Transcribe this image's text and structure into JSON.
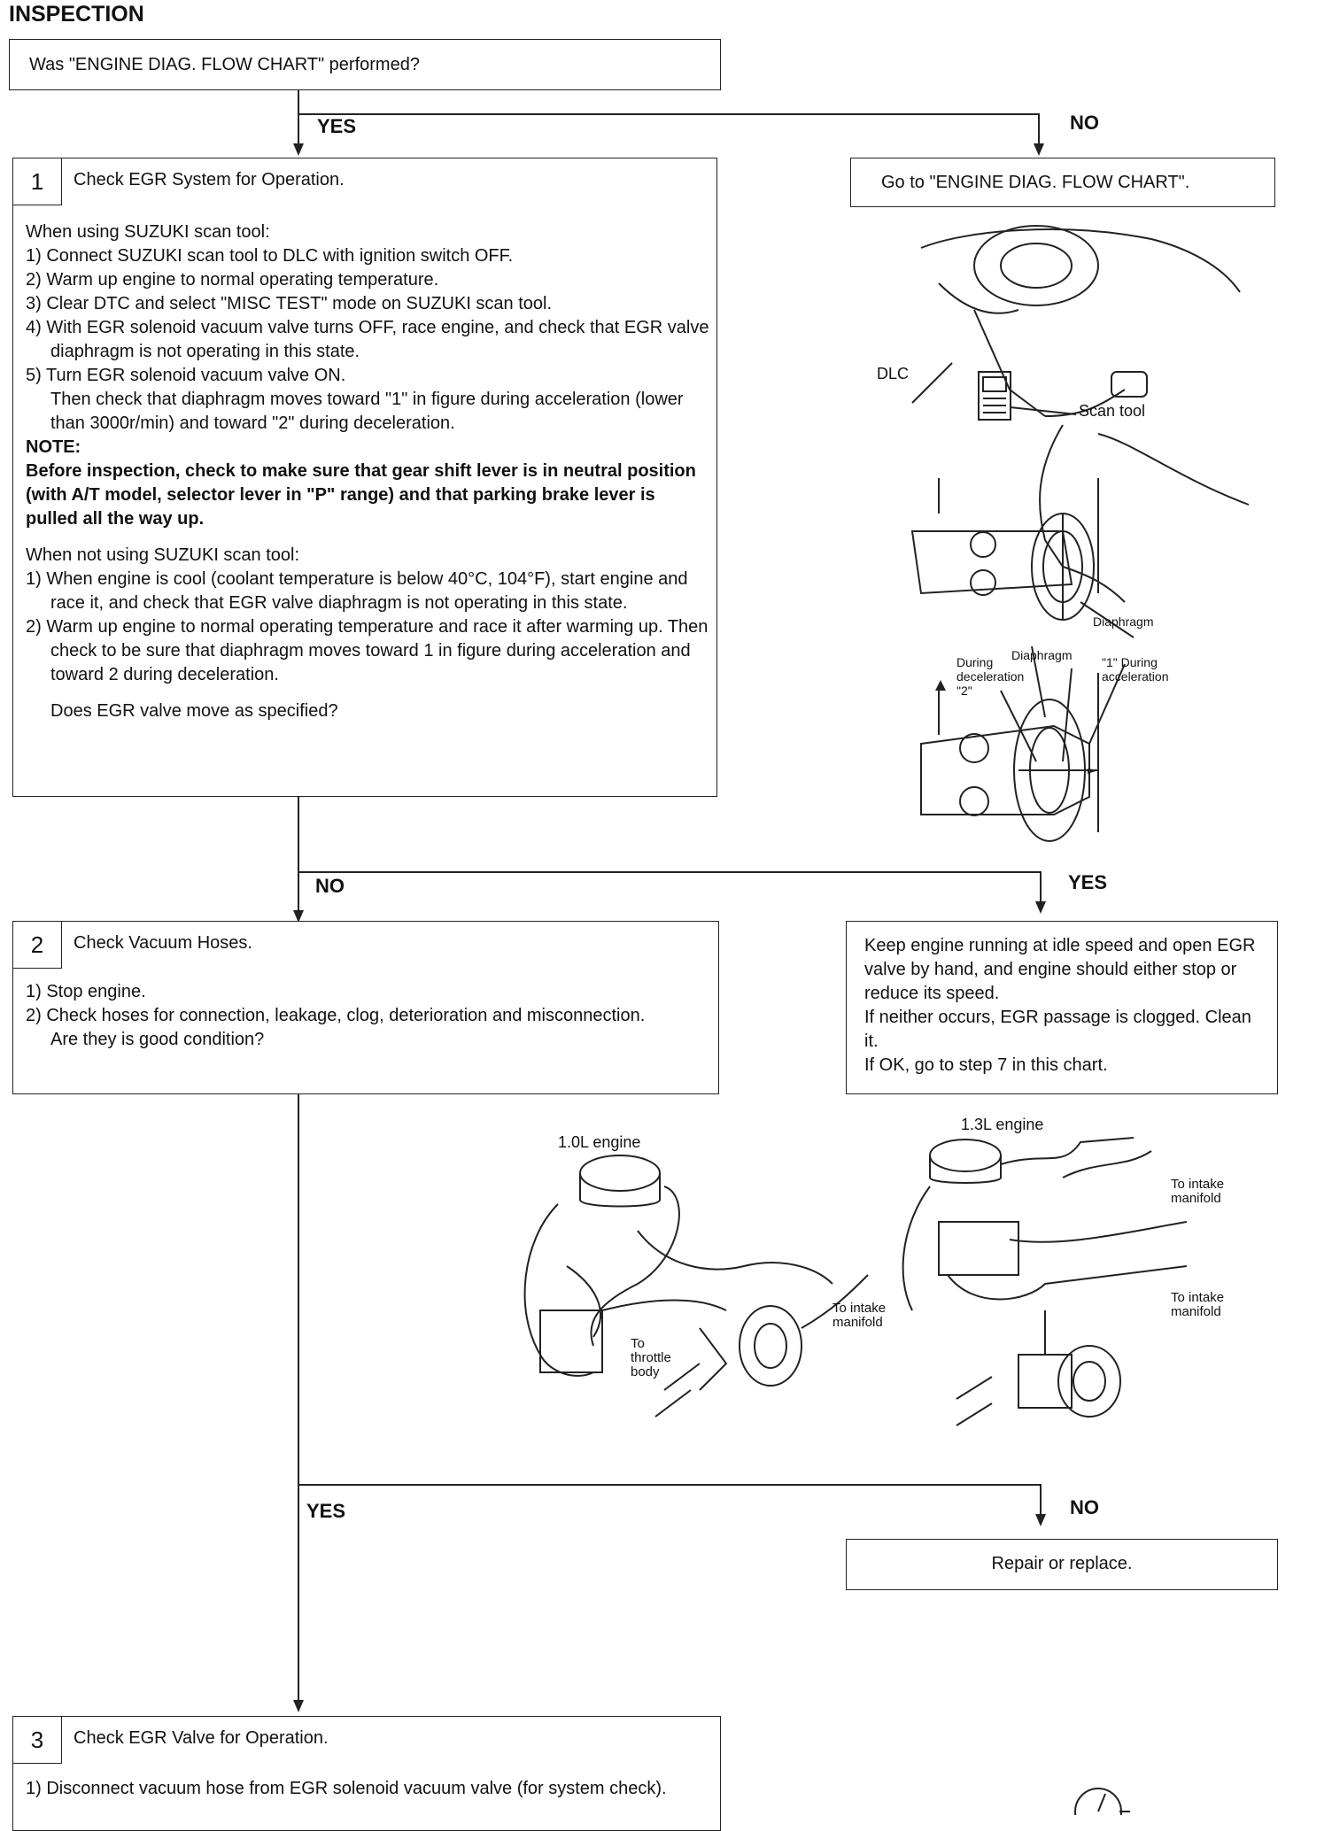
{
  "heading": "INSPECTION",
  "q0": "Was \"ENGINE DIAG. FLOW CHART\" performed?",
  "yes": "YES",
  "no": "NO",
  "goto_flowchart": "Go to \"ENGINE DIAG. FLOW CHART\".",
  "step1": {
    "num": "1",
    "title": "Check EGR System for Operation.",
    "scan_intro": "When using SUZUKI scan tool:",
    "scan_steps": [
      "1) Connect SUZUKI scan tool to DLC with ignition switch OFF.",
      "2) Warm up engine to normal operating temperature.",
      "3) Clear DTC and select \"MISC TEST\" mode on SUZUKI scan tool.",
      "4) With EGR solenoid vacuum valve turns OFF, race engine, and check that EGR valve diaphragm is not operating in this state.",
      "5) Turn EGR solenoid vacuum valve ON.",
      "Then check that diaphragm moves toward \"1\" in figure during acceleration (lower than 3000r/min) and toward \"2\" during deceleration."
    ],
    "note_label": "NOTE:",
    "note": "Before inspection, check to make sure that gear shift lever is in neutral position (with A/T model, selector lever in \"P\" range) and that parking brake lever is pulled all the way up.",
    "noscan_intro": "When not using SUZUKI scan tool:",
    "noscan_steps": [
      "1) When engine is cool (coolant temperature is below 40°C, 104°F), start engine and race it, and check that EGR valve diaphragm is not operating in this state.",
      "2) Warm up engine to normal operating temperature and race it after warming up. Then check to be sure that diaphragm moves toward 1 in figure during acceleration and toward 2 during deceleration."
    ],
    "question": "Does EGR valve move as specified?"
  },
  "figure1": {
    "dlc": "DLC",
    "scan_tool": "Scan tool",
    "diaphragm": "Diaphragm",
    "during_decel": "During deceleration \"2\"",
    "diaphragm2": "Diaphragm",
    "during_accel": "\"1\" During acceleration"
  },
  "yes_box": [
    "Keep engine running at idle speed and open EGR valve by hand, and engine should either stop or reduce its speed.",
    "If neither occurs, EGR passage is clogged. Clean it.",
    "If OK, go to step 7 in this chart."
  ],
  "step2": {
    "num": "2",
    "title": "Check Vacuum Hoses.",
    "lines": [
      "1) Stop engine.",
      "2) Check hoses for connection, leakage, clog, deterioration and misconnection.",
      "Are they is good condition?"
    ]
  },
  "figure2": {
    "engine10": "1.0L engine",
    "engine13": "1.3L engine",
    "to_intake": "To intake manifold",
    "to_throttle": "To throttle body",
    "to_intake2": "To intake manifold",
    "to_intake3": "To intake manifold"
  },
  "repair": "Repair or replace.",
  "step3": {
    "num": "3",
    "title": "Check EGR Valve for Operation.",
    "line1": "1) Disconnect vacuum hose from EGR solenoid vacuum valve (for system check)."
  }
}
